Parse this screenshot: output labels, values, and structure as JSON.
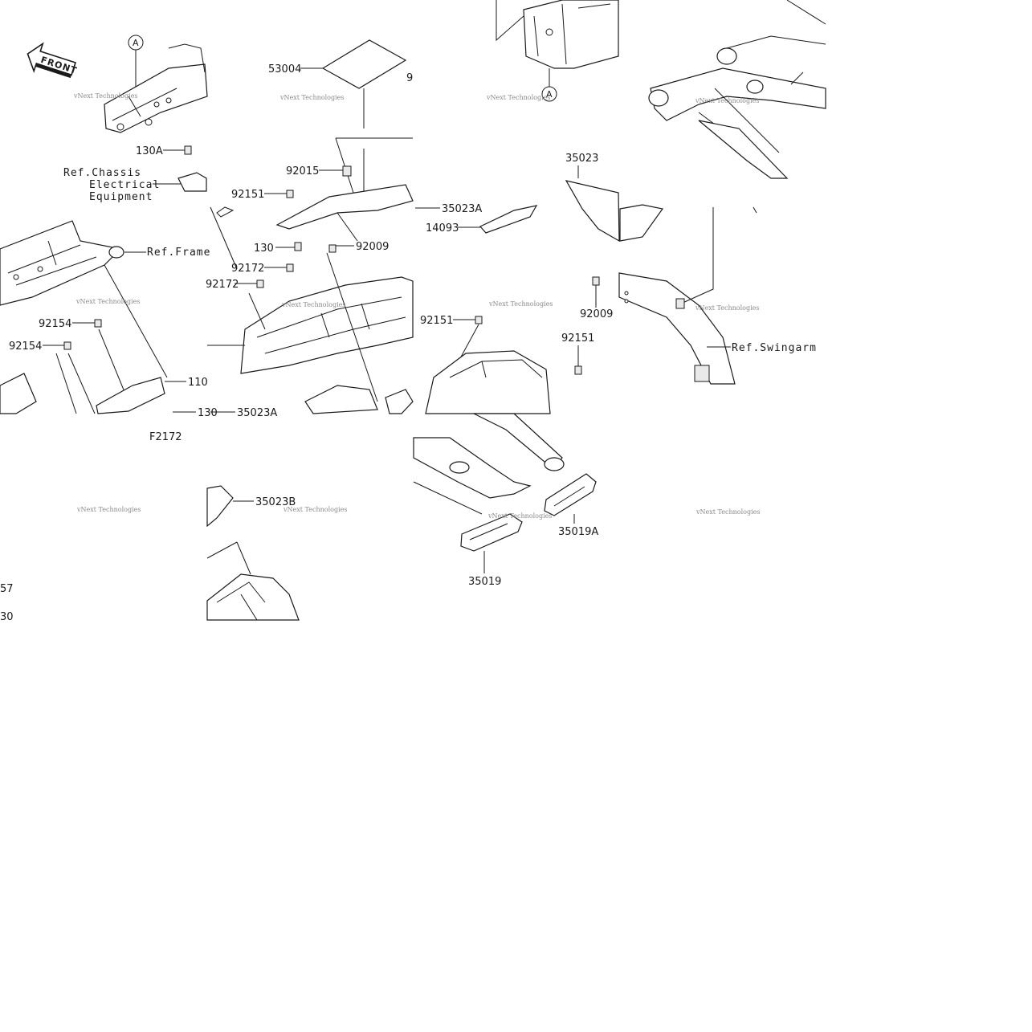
{
  "diagram": {
    "drawing_code": "F2172",
    "front_arrow": "FRONT",
    "circle_marker": "A",
    "references": {
      "chassis_line1": "Ref.Chassis",
      "chassis_line2": "Electrical",
      "chassis_line3": "Equipment",
      "frame": "Ref.Frame",
      "swingarm": "Ref.Swingarm"
    },
    "part_numbers": {
      "p53004": "53004",
      "p9_partial": "9",
      "p35023": "35023",
      "p130A": "130A",
      "p92015": "92015",
      "p92151_a": "92151",
      "p35023A_a": "35023A",
      "p14093": "14093",
      "p130": "130",
      "p92009_a": "92009",
      "p92172_a": "92172",
      "p92172_b": "92172",
      "p92154_a": "92154",
      "p92154_b": "92154",
      "p110": "110",
      "p130_partial": "130",
      "p35023A_b": "35023A",
      "p92151_b": "92151",
      "p92009_b": "92009",
      "p92151_c": "92151",
      "p35023B": "35023B",
      "p35019A": "35019A",
      "p35019": "35019",
      "p57_partial": "57",
      "p30_partial": "30"
    },
    "watermark": "vNext Technologies"
  }
}
